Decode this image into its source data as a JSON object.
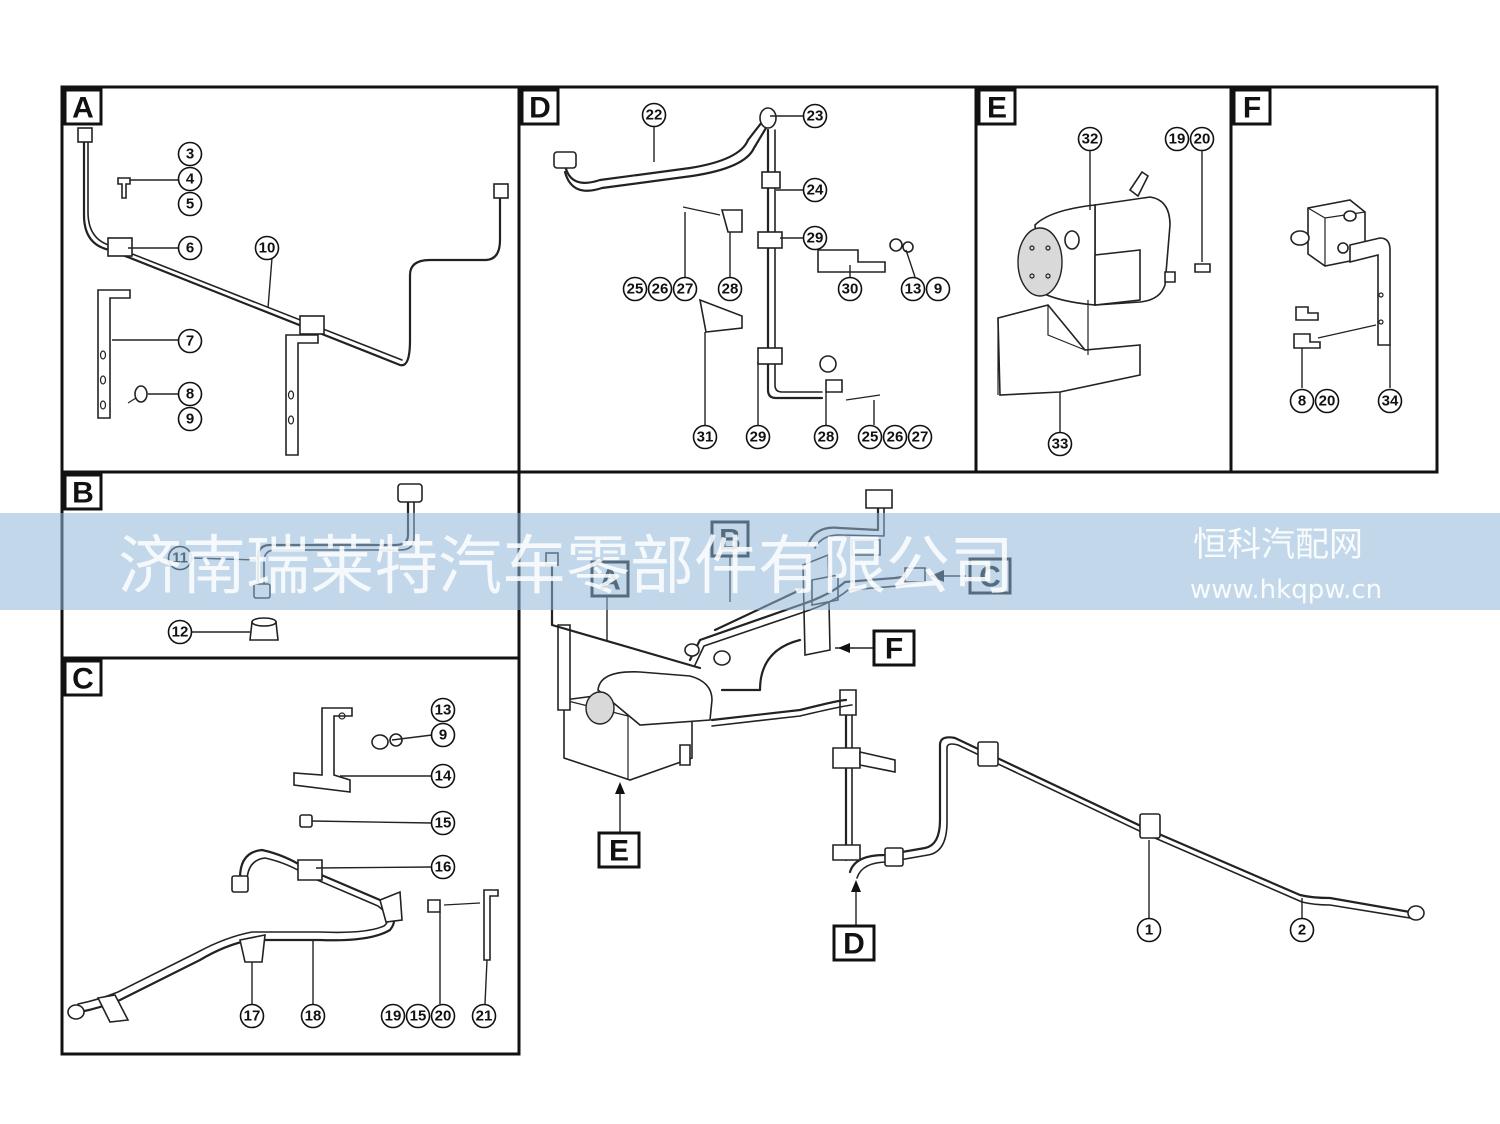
{
  "panels": {
    "A": "A",
    "B": "B",
    "C": "C",
    "D": "D",
    "E": "E",
    "F": "F"
  },
  "overview_markers": {
    "A": "A",
    "B": "B",
    "C": "C",
    "D": "D",
    "E": "E",
    "F": "F"
  },
  "callouts": {
    "a3": "3",
    "a4": "4",
    "a5": "5",
    "a6": "6",
    "a7": "7",
    "a8": "8",
    "a9": "9",
    "a10": "10",
    "b11": "11",
    "b12": "12",
    "c13": "13",
    "c9": "9",
    "c14": "14",
    "c15": "15",
    "c16": "16",
    "c17": "17",
    "c18": "18",
    "c19": "19",
    "c15b": "15",
    "c20": "20",
    "c21": "21",
    "d22": "22",
    "d23": "23",
    "d24": "24",
    "d29a": "29",
    "d25a": "25",
    "d26a": "26",
    "d27a": "27",
    "d28a": "28",
    "d30": "30",
    "d13": "13",
    "d9": "9",
    "d31": "31",
    "d29b": "29",
    "d28b": "28",
    "d25b": "25",
    "d26b": "26",
    "d27b": "27",
    "e32": "32",
    "e19": "19",
    "e20": "20",
    "e33": "33",
    "f8": "8",
    "f20": "20",
    "f34": "34",
    "o1": "1",
    "o2": "2"
  },
  "watermark": {
    "company": "济南瑞莱特汽车零部件有限公司",
    "site_name": "恒科汽配网",
    "site_url": "www.hkqpw.cn"
  }
}
